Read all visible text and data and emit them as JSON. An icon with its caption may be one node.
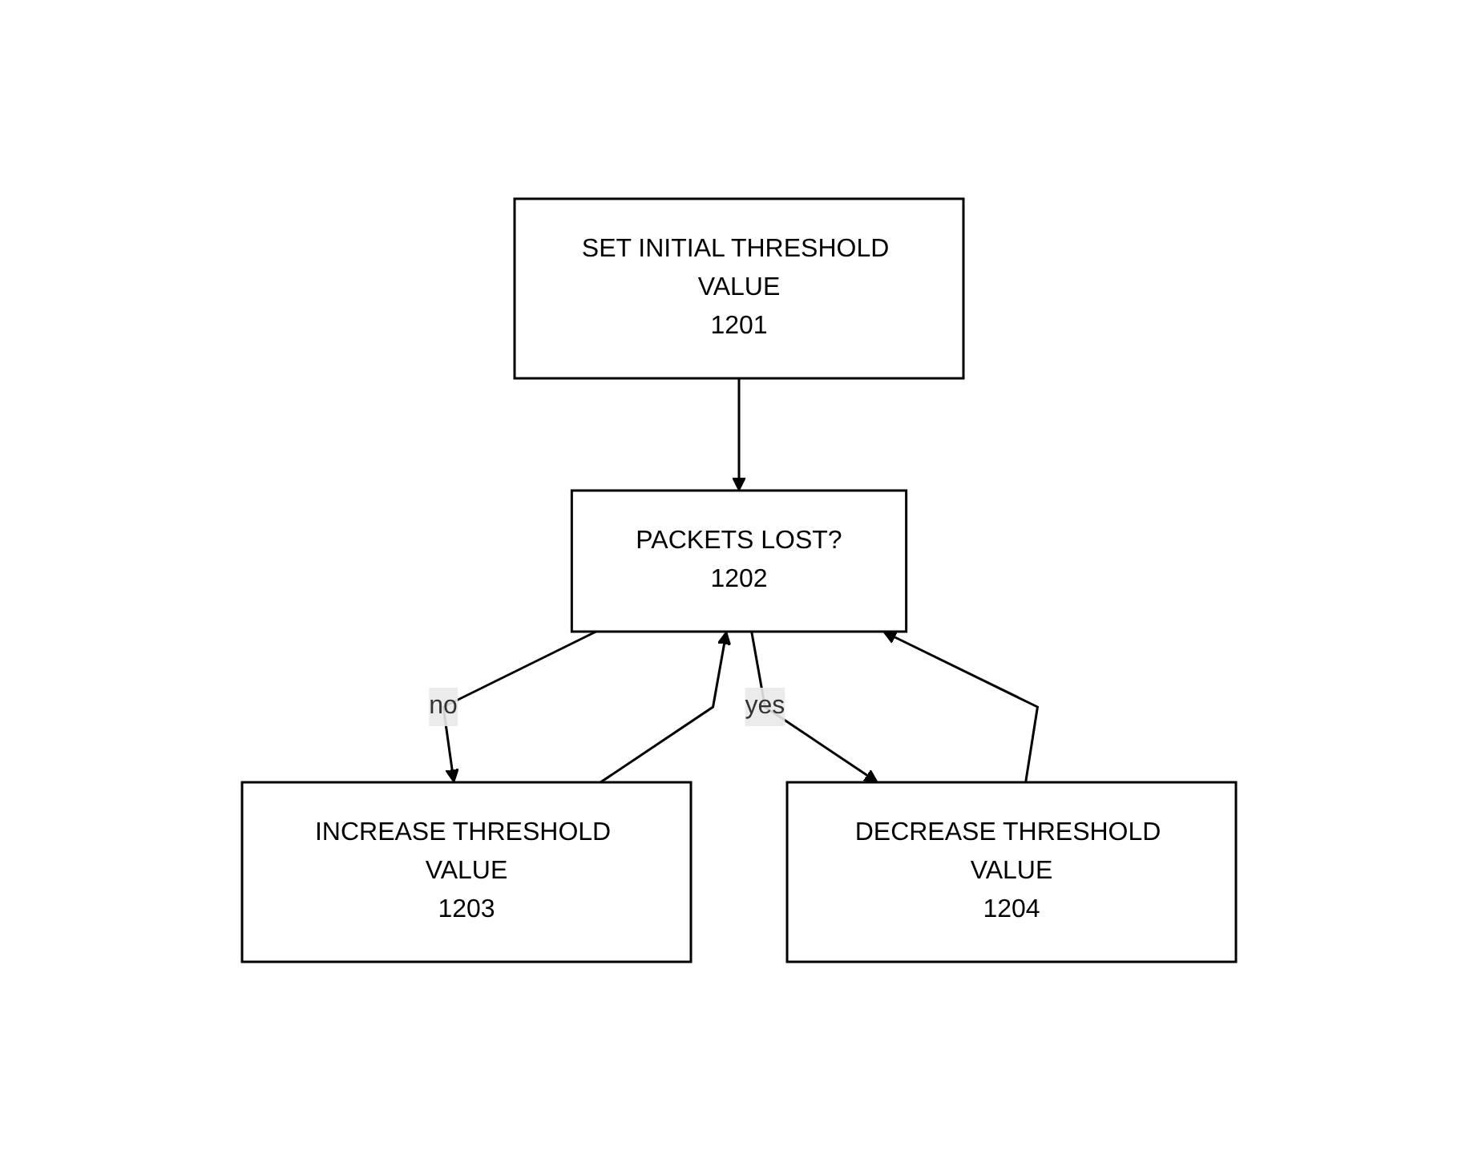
{
  "diagram": {
    "nodes": [
      {
        "text": [
          "SET INITIAL THRESHOLD VALUE",
          "1201"
        ]
      },
      {
        "text": [
          "PACKETS LOST?",
          "1202"
        ]
      },
      {
        "text": [
          "INCREASE THRESHOLD VALUE",
          "1203"
        ]
      },
      {
        "text": [
          "DECREASE THRESHOLD VALUE",
          "1204"
        ]
      }
    ],
    "edges": [
      {
        "from": 0,
        "to": 1,
        "arrow": "to"
      },
      {
        "from": 1,
        "to": 2,
        "arrow": "to",
        "label": "no"
      },
      {
        "from": 1,
        "to": 3,
        "arrow": "to",
        "label": "yes"
      },
      {
        "from": 2,
        "to": 1,
        "arrow": "to"
      },
      {
        "from": 3,
        "to": 1,
        "arrow": "to"
      }
    ]
  }
}
